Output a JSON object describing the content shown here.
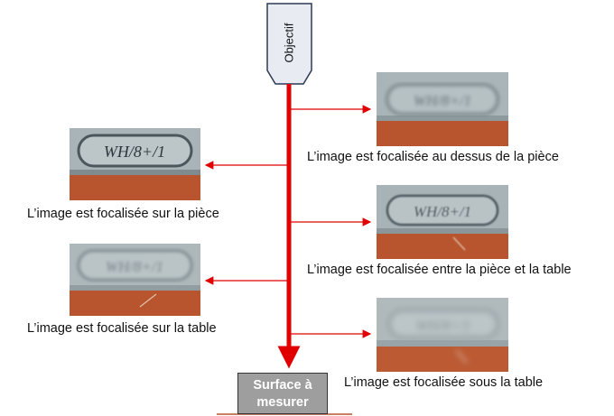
{
  "objective_label": "Objectif",
  "surface_label": "Surface à mesurer",
  "captions": {
    "above": "L’image est focalisée au dessus de la pièce",
    "piece": "L’image est focalisée sur la pièce",
    "between": "L’image est focalisée entre la pièce et la table",
    "table": "L’image est focalisée sur la table",
    "below": "L’image est focalisée sous la table"
  },
  "photo_engraving": "WH/8+/1",
  "colors": {
    "arrow": "#e00000",
    "metal": "#9aa8ad",
    "wood": "#b8552e",
    "objective_fill": "#e8ecf2",
    "surface_fill": "#9e9e9e"
  }
}
